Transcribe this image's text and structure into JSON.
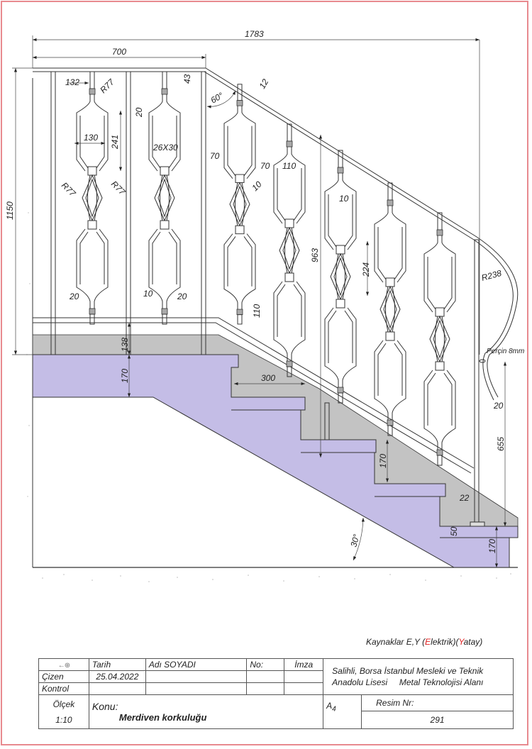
{
  "drawing": {
    "title": "Merdiven korkuluğu",
    "dimensions": {
      "overall_width": "1783",
      "landing_width": "700",
      "total_height": "1150",
      "baluster_spacing_top": "132",
      "radius_top": "R77",
      "radius_left": "R77",
      "radius_right": "R77",
      "panel_width": "130",
      "panel_height": "241",
      "collar_spacing": "20",
      "collar_offset": "43",
      "square_size": "26X30",
      "rail_angle": "60°",
      "rail_thickness": "12",
      "gap_left": "70",
      "gap_middle": "70",
      "panel_width_sloped": "110",
      "diamond_gap": "10",
      "bar_gap": "10",
      "sloped_height": "963",
      "diamond_height": "224",
      "bottom_gap_sloped": "110",
      "post_offset_left": "20",
      "post_offset_mid": "10",
      "post_offset_right": "20",
      "handrail_radius": "R238",
      "rivet_label": "Perçin 8mm",
      "end_post_offset": "20",
      "end_height": "655",
      "landing_depth": "138",
      "landing_riser": "170",
      "tread_depth": "300",
      "step_riser": "170",
      "nosing": "22",
      "base_thickness": "50",
      "base_riser": "170",
      "stair_angle": "30°"
    },
    "colors": {
      "concrete_fill": "#c4bde6",
      "grout_fill": "#c3c3c3",
      "line": "#333333",
      "frame": "#e88a8f",
      "accent_red": "#e02020"
    }
  },
  "note": {
    "prefix": "Kaynaklar E,Y (",
    "e_letter": "E",
    "e_rest": "lektrik)(",
    "y_letter": "Y",
    "y_rest": "atay)"
  },
  "title_block": {
    "projection_icon": "projection-symbol",
    "tarih_label": "Tarih",
    "adi_label": "Adı SOYADI",
    "no_label": "No:",
    "imza_label": "İmza",
    "cizen_label": "Çizen",
    "date_value": "25.04.2022",
    "kontrol_label": "Kontrol",
    "olcek_label": "Ölçek",
    "scale_value": "1:10",
    "konu_label": "Konu:",
    "subject": "Merdiven korkuluğu",
    "school_line1": "Salihli, Borsa İstanbul Mesleki ve Teknik",
    "school_line2": "Anadolu Lisesi     Metal Teknolojisi Alanı",
    "paper_size": "A",
    "paper_size_sub": "4",
    "resim_label": "Resim Nr:",
    "resim_no": "291"
  }
}
